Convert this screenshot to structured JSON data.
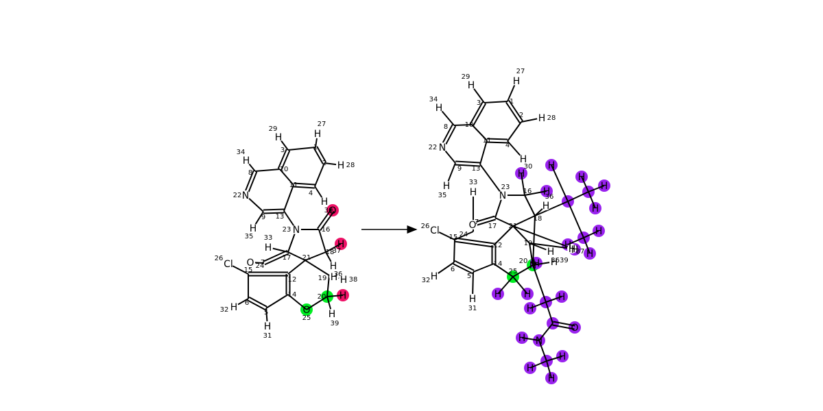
{
  "reaction": {
    "arrow": "reaction-arrow",
    "highlight_colors": {
      "green": "#00ee22",
      "magenta": "#ee1166",
      "purple": "#9922ee"
    },
    "reactant": {
      "atoms": [
        {
          "id": "r1",
          "label": "",
          "idx": "1"
        },
        {
          "id": "r2",
          "label": "",
          "idx": "2"
        },
        {
          "id": "r3",
          "label": "",
          "idx": "3"
        },
        {
          "id": "r4",
          "label": "",
          "idx": "4"
        },
        {
          "id": "r5",
          "label": "",
          "idx": "5"
        },
        {
          "id": "r6",
          "label": "",
          "idx": "6"
        },
        {
          "id": "r8",
          "label": "",
          "idx": "8"
        },
        {
          "id": "r9",
          "label": "",
          "idx": "9"
        },
        {
          "id": "r10",
          "label": "",
          "idx": "10"
        },
        {
          "id": "r11",
          "label": "",
          "idx": "11"
        },
        {
          "id": "r12",
          "label": "",
          "idx": "12"
        },
        {
          "id": "r13",
          "label": "",
          "idx": "13"
        },
        {
          "id": "r14",
          "label": "",
          "idx": "14"
        },
        {
          "id": "r15",
          "label": "",
          "idx": "15"
        },
        {
          "id": "r16",
          "label": "",
          "idx": "16"
        },
        {
          "id": "r17",
          "label": "",
          "idx": "17"
        },
        {
          "id": "r18",
          "label": "",
          "idx": "18"
        },
        {
          "id": "r19",
          "label": "",
          "idx": "19"
        },
        {
          "id": "r21",
          "label": "",
          "idx": "21"
        },
        {
          "id": "r24",
          "label": "",
          "idx": "24"
        },
        {
          "id": "r20",
          "label": "",
          "idx": "20",
          "hl": "green"
        },
        {
          "id": "r22",
          "label": "N",
          "idx": "22"
        },
        {
          "id": "r23",
          "label": "N",
          "idx": "23"
        },
        {
          "id": "r25",
          "label": "O",
          "idx": "25",
          "hl": "green"
        },
        {
          "id": "r7",
          "label": "O",
          "idx": "7"
        },
        {
          "id": "r30",
          "label": "O",
          "idx": "30",
          "hl": "magenta"
        },
        {
          "id": "r26",
          "label": "Cl",
          "idx": "26"
        },
        {
          "id": "r27",
          "label": "H",
          "idx": "27"
        },
        {
          "id": "r28",
          "label": "H",
          "idx": "28"
        },
        {
          "id": "r29",
          "label": "H",
          "idx": "29"
        },
        {
          "id": "r34",
          "label": "H",
          "idx": "34"
        },
        {
          "id": "r35",
          "label": "H",
          "idx": "35"
        },
        {
          "id": "r33",
          "label": "H",
          "idx": "33"
        },
        {
          "id": "r32",
          "label": "H",
          "idx": "32"
        },
        {
          "id": "r31",
          "label": "H",
          "idx": "31"
        },
        {
          "id": "r4h",
          "label": "H",
          "idx": ""
        },
        {
          "id": "r37",
          "label": "H",
          "idx": "37",
          "hl": "magenta"
        },
        {
          "id": "r19h",
          "label": "H",
          "idx": ""
        },
        {
          "id": "r36",
          "label": "H",
          "idx": "36"
        },
        {
          "id": "r38",
          "label": "H",
          "idx": "38"
        },
        {
          "id": "r20h",
          "label": "H",
          "idx": "",
          "hl": "magenta"
        },
        {
          "id": "r39",
          "label": "H",
          "idx": "39"
        }
      ]
    },
    "product": {
      "atoms": [
        {
          "id": "p1",
          "label": "",
          "idx": "1"
        },
        {
          "id": "p2",
          "label": "",
          "idx": "2"
        },
        {
          "id": "p3",
          "label": "",
          "idx": "3"
        },
        {
          "id": "p4",
          "label": "",
          "idx": "4"
        },
        {
          "id": "p5",
          "label": "",
          "idx": "5"
        },
        {
          "id": "p6",
          "label": "",
          "idx": "6"
        },
        {
          "id": "p8",
          "label": "",
          "idx": "8"
        },
        {
          "id": "p9",
          "label": "",
          "idx": "9"
        },
        {
          "id": "p10",
          "label": "",
          "idx": "10"
        },
        {
          "id": "p11",
          "label": "",
          "idx": "11"
        },
        {
          "id": "p12",
          "label": "",
          "idx": "12"
        },
        {
          "id": "p13",
          "label": "",
          "idx": "13"
        },
        {
          "id": "p14",
          "label": "",
          "idx": "14"
        },
        {
          "id": "p15",
          "label": "",
          "idx": "15"
        },
        {
          "id": "p16",
          "label": "",
          "idx": "16"
        },
        {
          "id": "p17",
          "label": "",
          "idx": "17"
        },
        {
          "id": "p18",
          "label": "",
          "idx": "18"
        },
        {
          "id": "p19",
          "label": "",
          "idx": "19"
        },
        {
          "id": "p21",
          "label": "",
          "idx": "21"
        },
        {
          "id": "p24",
          "label": "",
          "idx": "24"
        },
        {
          "id": "p25",
          "label": "",
          "idx": "25",
          "hl": "green"
        },
        {
          "id": "pC1",
          "label": "",
          "idx": "",
          "hl": "purple"
        },
        {
          "id": "pC2",
          "label": "",
          "idx": "",
          "hl": "purple"
        },
        {
          "id": "pC3",
          "label": "",
          "idx": "",
          "hl": "purple"
        },
        {
          "id": "pC4",
          "label": "",
          "idx": "",
          "hl": "purple"
        },
        {
          "id": "pC5",
          "label": "",
          "idx": "",
          "hl": "purple"
        },
        {
          "id": "pC6",
          "label": "",
          "idx": "",
          "hl": "purple"
        },
        {
          "id": "pC7",
          "label": "",
          "idx": "",
          "hl": "purple"
        },
        {
          "id": "p20",
          "label": "N",
          "idx": "20",
          "hl": "green"
        },
        {
          "id": "p22",
          "label": "N",
          "idx": "22"
        },
        {
          "id": "p23",
          "label": "N",
          "idx": "23"
        },
        {
          "id": "pN",
          "label": "N",
          "idx": "",
          "hl": "purple"
        },
        {
          "id": "p7",
          "label": "O",
          "idx": "7"
        },
        {
          "id": "pO",
          "label": "O",
          "idx": "",
          "hl": "purple"
        },
        {
          "id": "p26",
          "label": "Cl",
          "idx": "26"
        },
        {
          "id": "p27",
          "label": "H",
          "idx": "27"
        },
        {
          "id": "p28",
          "label": "H",
          "idx": "28"
        },
        {
          "id": "p29",
          "label": "H",
          "idx": "29"
        },
        {
          "id": "p34",
          "label": "H",
          "idx": "34"
        },
        {
          "id": "p35",
          "label": "H",
          "idx": "35"
        },
        {
          "id": "p4h",
          "label": "H",
          "idx": ""
        },
        {
          "id": "p33",
          "label": "H",
          "idx": "33"
        },
        {
          "id": "p30",
          "label": "H",
          "idx": "30",
          "hl": "purple"
        },
        {
          "id": "p36",
          "label": "H",
          "idx": "36",
          "hl": "purple"
        },
        {
          "id": "p18h",
          "label": "H",
          "idx": ""
        },
        {
          "id": "p19h",
          "label": "H",
          "idx": ""
        },
        {
          "id": "p3639",
          "label": "H",
          "idx": "3639"
        },
        {
          "id": "p37",
          "label": "H",
          "idx": "37"
        },
        {
          "id": "p32",
          "label": "H",
          "idx": "32"
        },
        {
          "id": "p31",
          "label": "H",
          "idx": "31"
        },
        {
          "id": "pH_a",
          "label": "H",
          "idx": "",
          "hl": "purple"
        },
        {
          "id": "pH_b",
          "label": "H",
          "idx": "",
          "hl": "purple"
        },
        {
          "id": "pH_c",
          "label": "H",
          "idx": "",
          "hl": "purple"
        },
        {
          "id": "pH_d",
          "label": "H",
          "idx": "",
          "hl": "purple"
        },
        {
          "id": "pH_e",
          "label": "H",
          "idx": "",
          "hl": "purple"
        },
        {
          "id": "pH_f",
          "label": "H",
          "idx": "",
          "hl": "purple"
        },
        {
          "id": "pH_g",
          "label": "H",
          "idx": "",
          "hl": "purple"
        },
        {
          "id": "pH_h",
          "label": "H",
          "idx": "",
          "hl": "purple"
        },
        {
          "id": "pH_i",
          "label": "H",
          "idx": "",
          "hl": "purple"
        },
        {
          "id": "pH_j",
          "label": "H",
          "idx": "",
          "hl": "purple"
        },
        {
          "id": "pH_k",
          "label": "H",
          "idx": "",
          "hl": "purple"
        },
        {
          "id": "pH_l",
          "label": "H",
          "idx": "",
          "hl": "purple"
        },
        {
          "id": "pH_m",
          "label": "H",
          "idx": "",
          "hl": "purple"
        },
        {
          "id": "pH_n",
          "label": "H",
          "idx": "",
          "hl": "purple"
        },
        {
          "id": "pH_o",
          "label": "H",
          "idx": "",
          "hl": "purple"
        },
        {
          "id": "pH_p",
          "label": "H",
          "idx": "",
          "hl": "purple"
        },
        {
          "id": "pH_q",
          "label": "H",
          "idx": "",
          "hl": "purple"
        }
      ]
    }
  }
}
